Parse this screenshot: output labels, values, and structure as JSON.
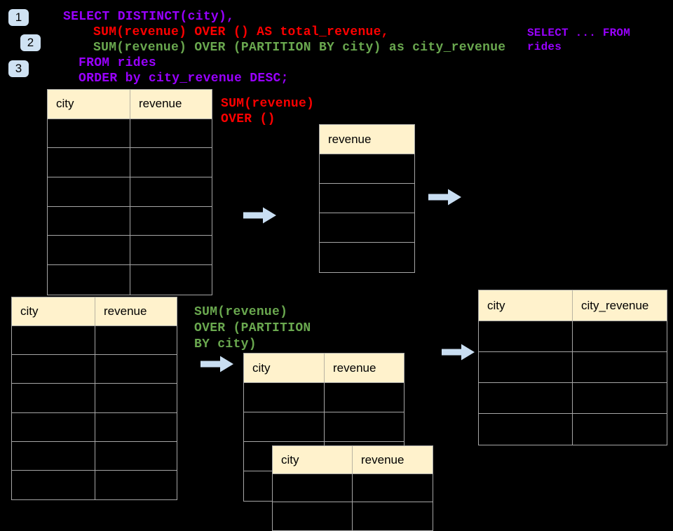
{
  "badges": [
    {
      "label": "1"
    },
    {
      "label": "2"
    },
    {
      "label": "3"
    }
  ],
  "code": {
    "lines": [
      {
        "text": "SELECT DISTINCT(city),",
        "color": "purple"
      },
      {
        "text": "SUM(revenue) OVER () AS total_revenue,",
        "color": "red"
      },
      {
        "text": "SUM(revenue) OVER (PARTITION BY city) as city_revenue",
        "color": "green"
      },
      {
        "text": "FROM rides",
        "color": "purple"
      },
      {
        "text": "ORDER by city_revenue DESC;",
        "color": "purple"
      }
    ]
  },
  "side_note": {
    "line1": "SELECT ... FROM",
    "line2": "rides",
    "color": "purple"
  },
  "annotations": {
    "total_revenue": {
      "line1": "SUM(revenue)",
      "line2": "OVER ()",
      "color": "red"
    },
    "partition": {
      "line1": "SUM(revenue)",
      "line2": "OVER (PARTITION",
      "line3": "BY city)",
      "color": "green"
    }
  },
  "tables": {
    "rides_top": {
      "headers": [
        "city",
        "revenue"
      ],
      "body_rows": 6
    },
    "revenue_col": {
      "headers": [
        "revenue"
      ],
      "body_rows": 4
    },
    "rides_bottom": {
      "headers": [
        "city",
        "revenue"
      ],
      "body_rows": 6
    },
    "partition_back": {
      "headers": [
        "city",
        "revenue"
      ],
      "body_rows": 4
    },
    "partition_front": {
      "headers": [
        "city",
        "revenue"
      ],
      "body_rows": 2
    },
    "city_revenue_result": {
      "headers": [
        "city",
        "city_revenue"
      ],
      "body_rows": 4
    }
  },
  "colors": {
    "bg": "#000000",
    "purple": "#9900ff",
    "red": "#ff0000",
    "green": "#6aa84f",
    "cream": "#fff2cc",
    "badge": "#cfe2f3",
    "arrow": "#c9def2",
    "border": "#a6a6a6",
    "ink": "#000000"
  }
}
